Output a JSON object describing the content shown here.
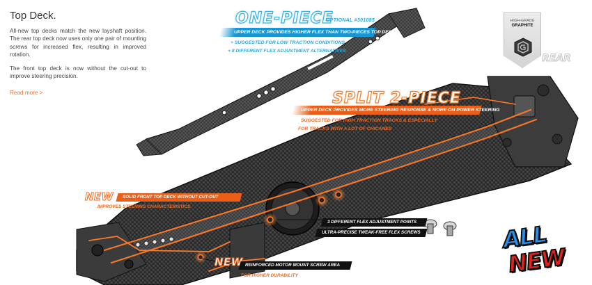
{
  "text": {
    "title": "Top Deck.",
    "paragraph1": "All-new top decks match the new layshaft position. The rear top deck now uses only one pair of mounting screws for increased flex, resulting in improved rotation.",
    "paragraph2": "The front top deck is now without the cut-out to improve steering precision.",
    "read_more": "Read more >"
  },
  "one_piece": {
    "heading": "ONE-PIECE",
    "optional": "OPTIONAL #301085",
    "bar": "UPPER DECK PROVIDES HIGHER FLEX THAN TWO-PIECES TOP DECK",
    "line1": "+ SUGGESTED FOR LOW TRACTION CONDITIONS",
    "line2": "+ 8 DIFFERENT FLEX ADJUSTMENT ALTERNATIVES"
  },
  "split": {
    "heading": "SPLIT 2-PIECE",
    "bar": "UPPER DECK PROVIDES MORE STEERING RESPONSE & MORE ON POWER STEERING",
    "line1": "SUGGESTED FOR HIGH TRACTION TRACKS & ESPECIALLY",
    "line2": "FOR TRACKS WITH A LOT OF CHICANES"
  },
  "front_new": {
    "tag": "NEW",
    "bar": "SOLID FRONT TOP DECK WITHOUT CUT-OUT",
    "sub": "IMPROVES STEERING CHARACTERISTICS"
  },
  "motor_new": {
    "tag": "NEW",
    "bar": "REINFORCED MOTOR MOUNT SCREW AREA",
    "sub": "FOR HIGHER DURABILITY"
  },
  "flex": {
    "line1": "3 DIFFERENT FLEX ADJUSTMENT POINTS",
    "line2": "ULTRA-PRECISE TWEAK-FREE FLEX SCREWS"
  },
  "badge": {
    "line1": "HIGH-GRADE",
    "line2": "GRAPHITE"
  },
  "rear_label": "REAR",
  "all_new": {
    "word1": "ALL",
    "word2": "NEW"
  },
  "colors": {
    "accent_orange": "#f26a21",
    "accent_blue": "#1796d6",
    "carbon": "#2a2a2a"
  }
}
